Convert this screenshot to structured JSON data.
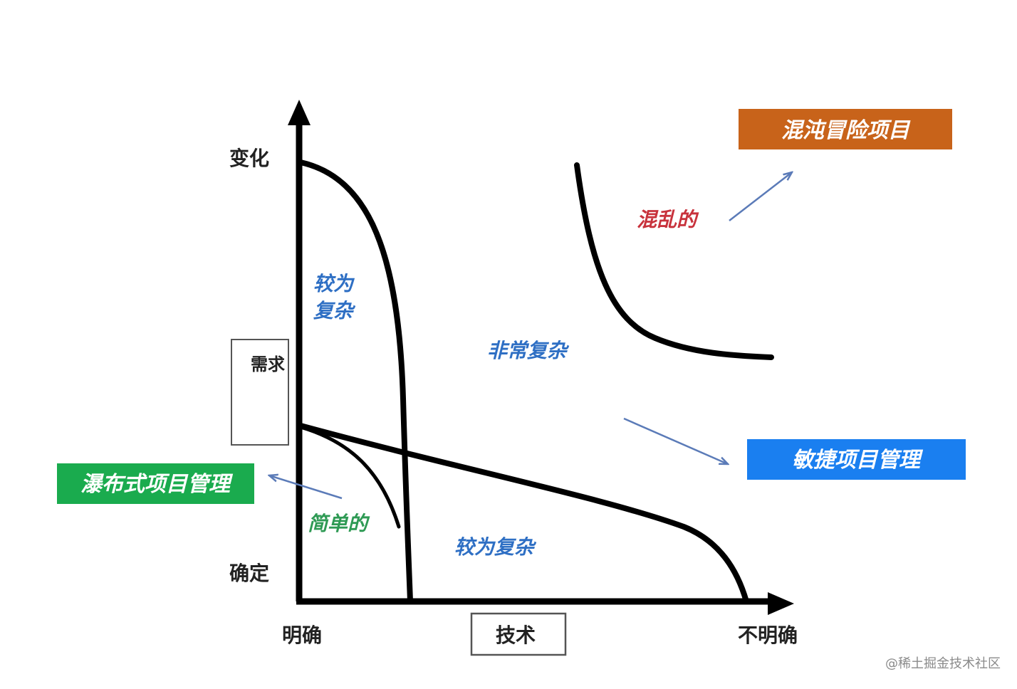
{
  "axes": {
    "y_top_label": "变化",
    "y_middle_label": "需求",
    "y_bottom_label": "确定",
    "x_left_label": "明确",
    "x_middle_label": "技术",
    "x_right_label": "不明确"
  },
  "regions": {
    "simple": "简单的",
    "complicated_upper_line1": "较为",
    "complicated_upper_line2": "复杂",
    "complicated_lower": "较为复杂",
    "complex": "非常复杂",
    "chaotic": "混乱的"
  },
  "callouts": {
    "waterfall": "瀑布式项目管理",
    "agile": "敏捷项目管理",
    "chaos_project": "混沌冒险项目"
  },
  "colors": {
    "waterfall_bg": "#1aab4e",
    "agile_bg": "#1a7ff0",
    "chaos_bg": "#c8631a",
    "region_blue": "#2e6fc4",
    "simple_green": "#2e9a54",
    "chaotic_red": "#c8323c",
    "pointer": "#5b7bb8"
  },
  "watermark": "@稀土掘金技术社区"
}
